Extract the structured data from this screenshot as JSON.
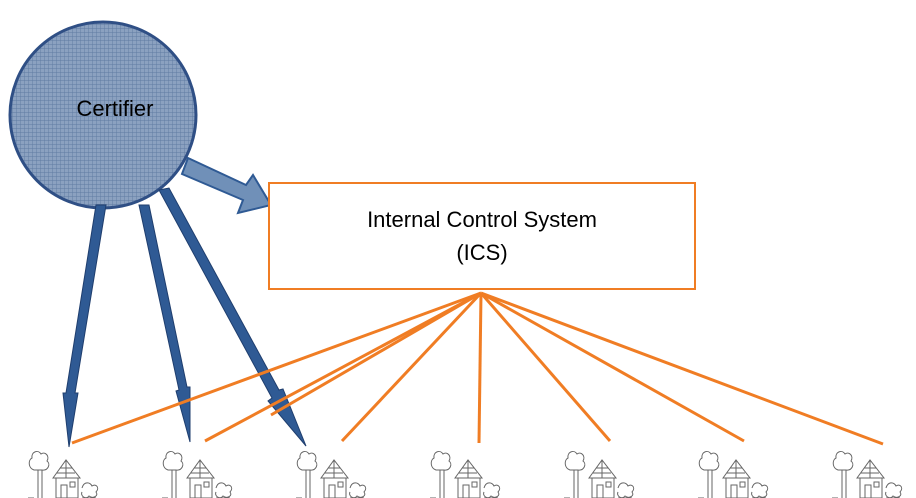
{
  "certifier": {
    "label": "Certifier"
  },
  "ics": {
    "line1": "Internal Control System",
    "line2": "(ICS)"
  },
  "farms": [
    {
      "icon": "farm-house-icon"
    },
    {
      "icon": "farm-house-icon"
    },
    {
      "icon": "farm-house-icon"
    },
    {
      "icon": "farm-house-icon"
    },
    {
      "icon": "farm-house-icon"
    },
    {
      "icon": "farm-house-icon"
    },
    {
      "icon": "farm-house-icon"
    }
  ],
  "colors": {
    "certifier_fill": "#6a84a8",
    "certifier_stroke": "#2f4f85",
    "arrow_fill": "#2f5a94",
    "ics_stroke": "#f07d24",
    "connector": "#f07d24",
    "farm_sketch": "#666666"
  }
}
